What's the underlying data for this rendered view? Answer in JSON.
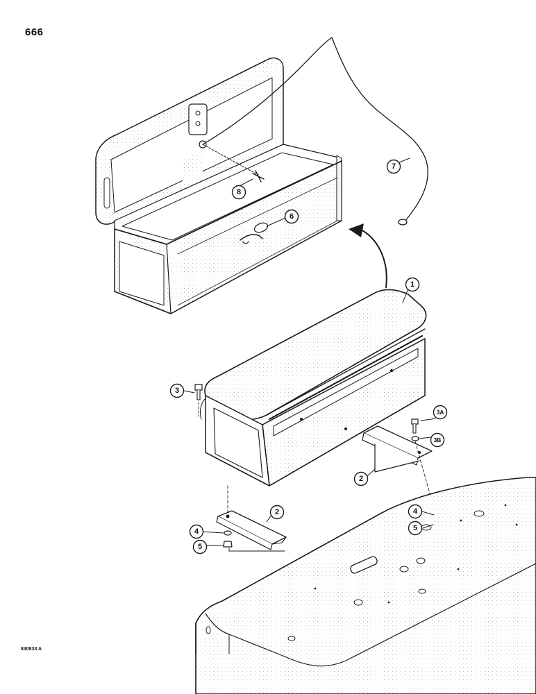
{
  "page_number": "666",
  "drawing_number": "830833 A",
  "callouts": [
    "1",
    "2",
    "2",
    "3",
    "3A",
    "3B",
    "4",
    "4",
    "5",
    "5",
    "6",
    "7",
    "8"
  ]
}
